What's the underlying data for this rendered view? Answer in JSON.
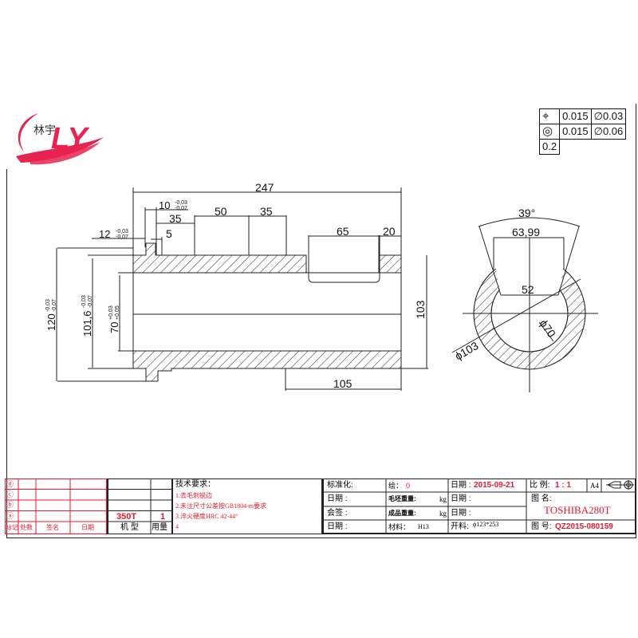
{
  "logo": {
    "text": "LY",
    "chinese_glyphs": "林宇",
    "color": "#e8234f"
  },
  "gdt_table": {
    "rows": [
      {
        "symbol": "position-symbol",
        "symbol_glyph": "⌖",
        "tolerance": "0.015",
        "datum": "∅0.03"
      },
      {
        "symbol": "concentricity-symbol",
        "symbol_glyph": "◎",
        "tolerance": "0.015",
        "datum": "∅0.06"
      }
    ],
    "extra": "0.2"
  },
  "section_view": {
    "dims": {
      "overall_length": "247",
      "d10": "10",
      "d10_upper": "-0,03",
      "d10_lower": "-0,07",
      "d12": "12",
      "d12_upper": "-0,03",
      "d12_lower": "-0,07",
      "d35a": "35",
      "d5": "5",
      "d50": "50",
      "d35b": "35",
      "d65": "65",
      "d20": "20",
      "d105": "105",
      "d103": "103",
      "od120": "120",
      "od120_upper": "-0,03",
      "od120_lower": "-0,07",
      "od101": "101,6",
      "od101_upper": "-0,03",
      "od101_lower": "-0,07",
      "id70": "70",
      "id70_upper": "+0,03",
      "id70_lower": "+0,05"
    }
  },
  "end_view": {
    "angle": "39°",
    "chord_top": "63,99",
    "chord_inner": "52",
    "outer_dia": "ϕ103",
    "inner_dia": "ϕ70"
  },
  "title_block": {
    "revision_marks": [
      "ⓓ",
      "ⓒ",
      "ⓑ",
      "ⓐ"
    ],
    "rev_headers": {
      "mark": "标记",
      "count": "处数",
      "sign": "签名",
      "date": "日期"
    },
    "machine": {
      "value": "350T",
      "qty": "1",
      "machine_label": "机 型",
      "qty_label": "用量"
    },
    "tech_req": {
      "title": "技术要求：",
      "items": [
        "1.去毛刺锐边",
        "2.未注尺寸公差按GB1804-m要求",
        "3.淬火硬度HRC 42-44°",
        "4"
      ]
    },
    "standardization_label": "标准化:",
    "date_label_1": "日期 :",
    "countersign_label": "会签 :",
    "date_label_2": "日期 :",
    "drawn_label": "绘：",
    "drawn_value": "0",
    "blank_weight_label": "毛坯重量:",
    "finished_weight_label": "成品重量:",
    "kg_unit": "kg",
    "material_label": "材料：",
    "material_value": "H13",
    "date_label_3": "日期 :",
    "date_value": "2015-09-21",
    "date_label_4": "日期 :",
    "date_label_5": "日期 :",
    "blank_size_label": "开料:",
    "blank_size_value": "ϕ123*253",
    "scale_label": "比 例:",
    "scale_value": "1 : 1",
    "paper_size": "A4",
    "drawing_name_label": "图 名:",
    "drawing_name_value": "TOSHIBA280T",
    "drawing_no_label": "图 号:",
    "drawing_no_value": "QZ2015-080159"
  },
  "colors": {
    "accent_red": "#e8192c",
    "line": "#222222",
    "logo_red": "#e8234f"
  }
}
